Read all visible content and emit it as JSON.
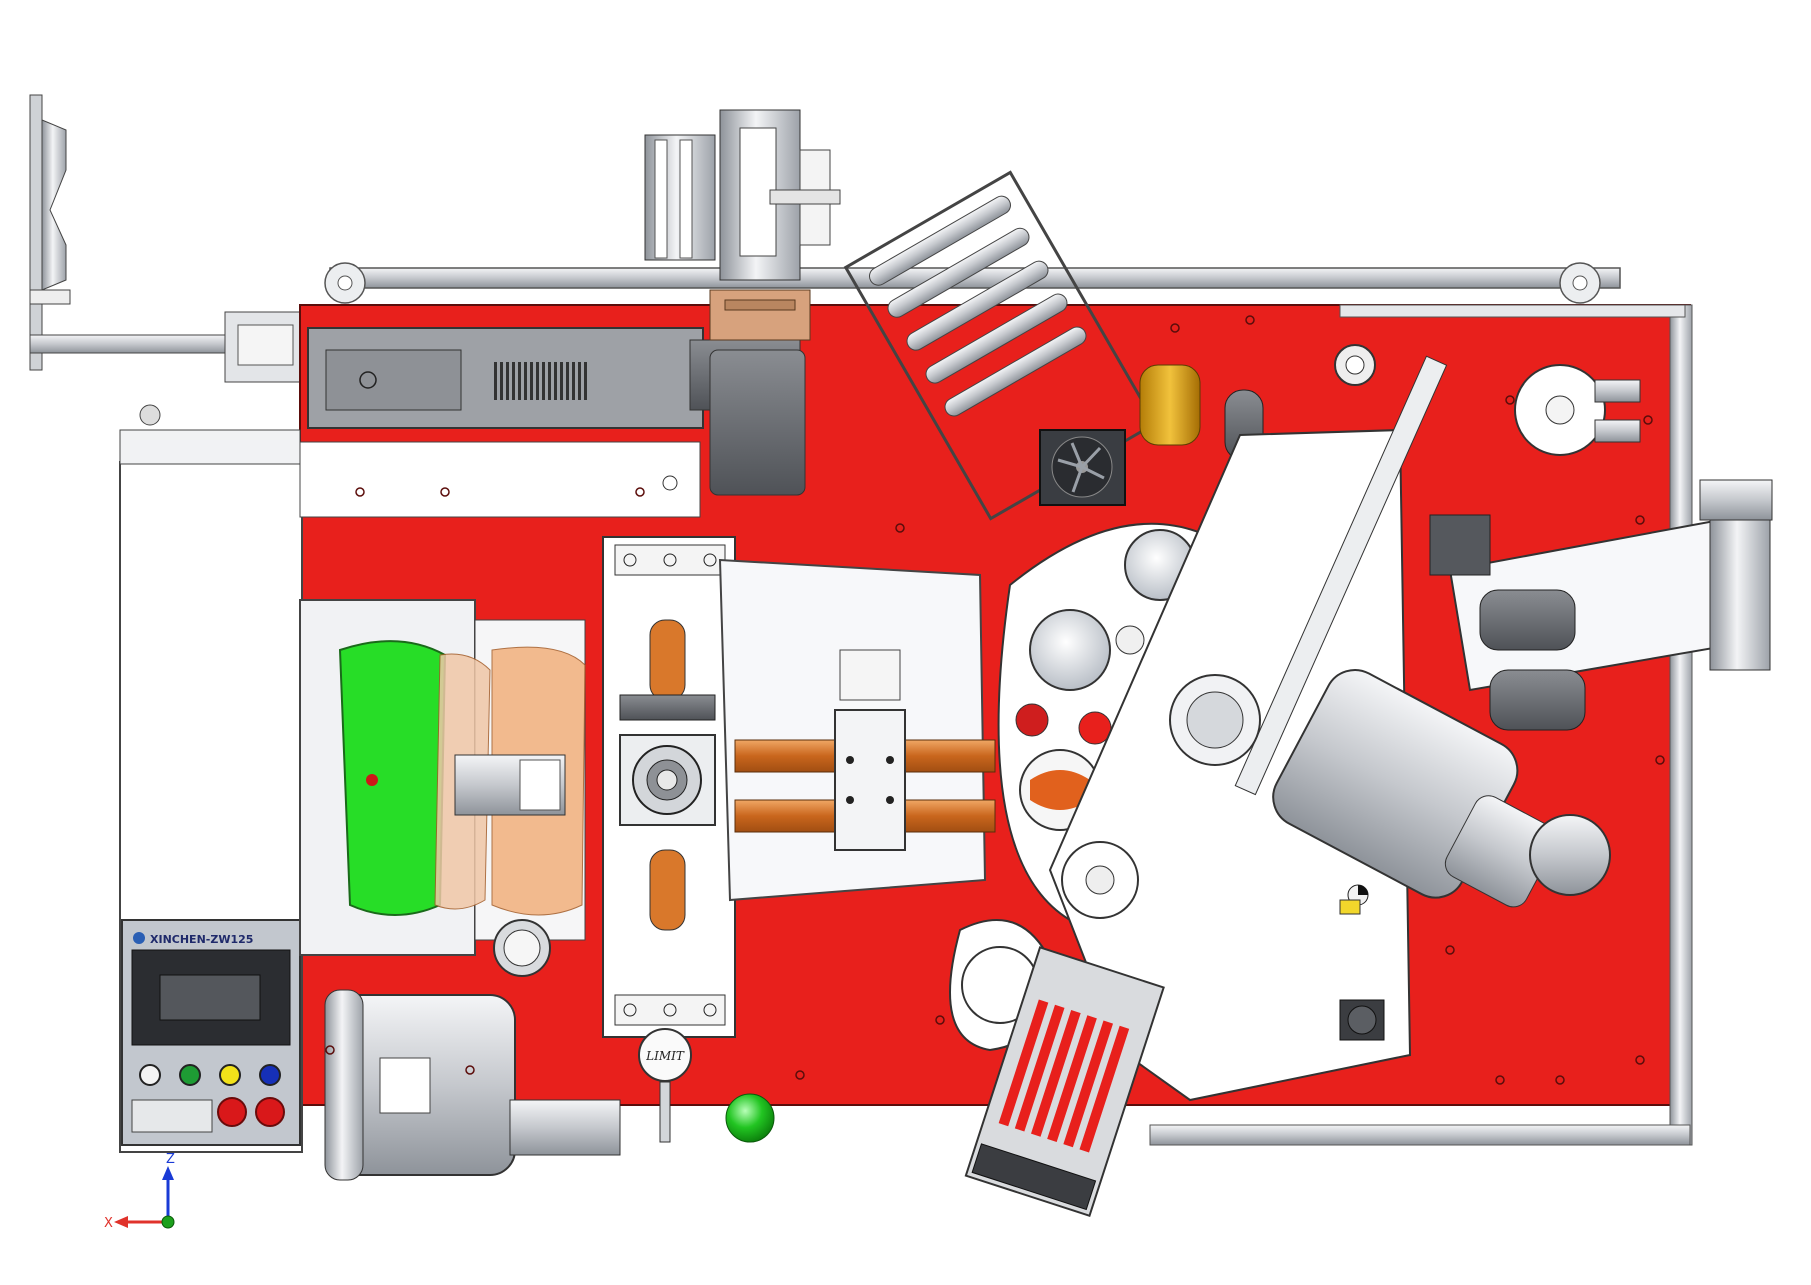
{
  "panel": {
    "title": "XINCHEN-ZW125",
    "company": ""
  },
  "gauge": {
    "brand": "LIMIT"
  },
  "axes": {
    "x_label": "X",
    "z_label": "Z"
  },
  "colors": {
    "plate": "#e8201c",
    "steel": "#d0d3d8",
    "highlight": "#2ee82e",
    "copper": "#d9782b",
    "ball": "#1fb81f",
    "axis_x": "#e0322b",
    "axis_z": "#1a3bd6"
  },
  "icons": {
    "fan": "fan-icon",
    "button_white": "white-pushbutton-icon",
    "button_green": "green-pushbutton-icon",
    "button_yellow": "yellow-pushbutton-icon",
    "button_blue": "blue-pushbutton-icon",
    "button_red": "red-pushbutton-icon",
    "axis": "xz-axis-triad-icon"
  }
}
